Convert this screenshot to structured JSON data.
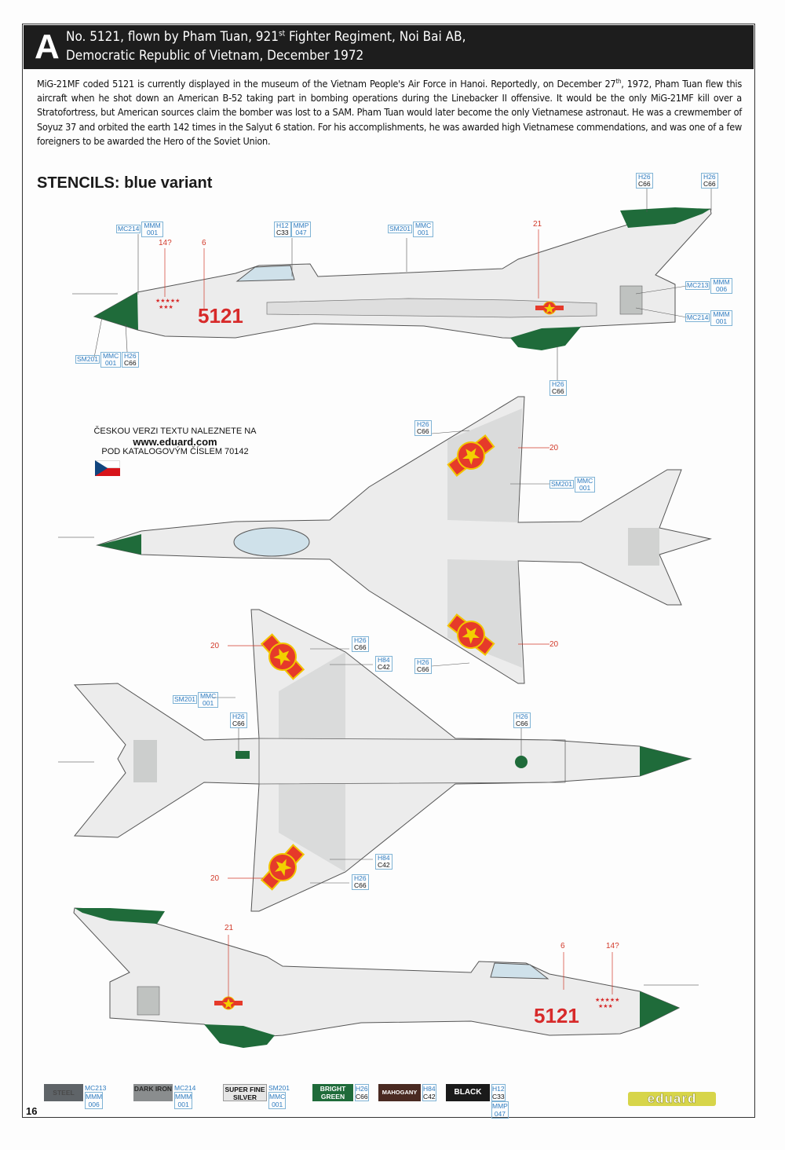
{
  "header": {
    "letter": "A",
    "title_line1": "No. 5121, flown by Pham Tuan, 921",
    "title_sup": "st",
    "title_line1_end": " Fighter Regiment, Noi Bai AB,",
    "title_line2": "Democratic Republic of Vietnam, December 1972"
  },
  "description": {
    "part1": "MiG-21MF coded 5121 is currently displayed in the museum of the Vietnam People's Air Force in Hanoi. Reportedly, on December 27",
    "sup": "th",
    "part2": ", 1972, Pham Tuan flew this aircraft when he shot down an American B-52 taking part in bombing operations during the Linebacker II offensive. It would be the only MiG-21MF kill over a Stratofortress, but American sources claim the bomber was lost to a SAM. Pham Tuan would later become the only Vietnamese astronaut. He was a crewmember of Soyuz 37 and orbited the earth 142 times in the Salyut 6 station. For his accomplishments, he was awarded high Vietnamese commendations, and was one of a few foreigners to be awarded the Hero of the Soviet Union."
  },
  "stencils_heading": "STENCILS: blue variant",
  "czech_note": {
    "line1": "ČESKOU VERZI TEXTU NALEZNETE NA",
    "url": "www.eduard.com",
    "line3": "POD KATALOGOVÝM ČÍSLEM 70142"
  },
  "aircraft_code": "5121",
  "stars": "★★★★★",
  "stars2": "★★★",
  "markers": {
    "m14": "14?",
    "m6": "6",
    "m21": "21",
    "m20": "20"
  },
  "callouts": {
    "mc214": "MC214",
    "mmm": "MMM",
    "n001": "001",
    "n006": "006",
    "n047": "047",
    "h12": "H12",
    "mmp": "MMP",
    "c33": "C33",
    "sm201": "SM201",
    "mmc": "MMC",
    "h26": "H26",
    "c66": "C66",
    "mc213": "MC213",
    "h84": "H84",
    "c42": "C42"
  },
  "legend": [
    {
      "name": "STEEL",
      "codes": [
        "MC213",
        "MMM",
        "006"
      ],
      "color": "#5f6468"
    },
    {
      "name": "DARK IRON",
      "codes": [
        "MC214",
        "MMM",
        "001"
      ],
      "color": "#8a8d8e"
    },
    {
      "name": "SUPER FINE SILVER",
      "codes": [
        "SM201",
        "MMC",
        "001"
      ],
      "color": "#e6e6e6"
    },
    {
      "name": "BRIGHT GREEN",
      "codes": [
        "H26",
        "C66"
      ],
      "color": "#1f6b3a"
    },
    {
      "name": "MAHOGANY",
      "codes": [
        "H84",
        "C42"
      ],
      "color": "#4a2a22"
    },
    {
      "name": "BLACK",
      "codes": [
        "H12",
        "MMP",
        "C33",
        "047"
      ],
      "color": "#1a1a1a"
    }
  ],
  "page_number": "16",
  "logo": "eduard"
}
